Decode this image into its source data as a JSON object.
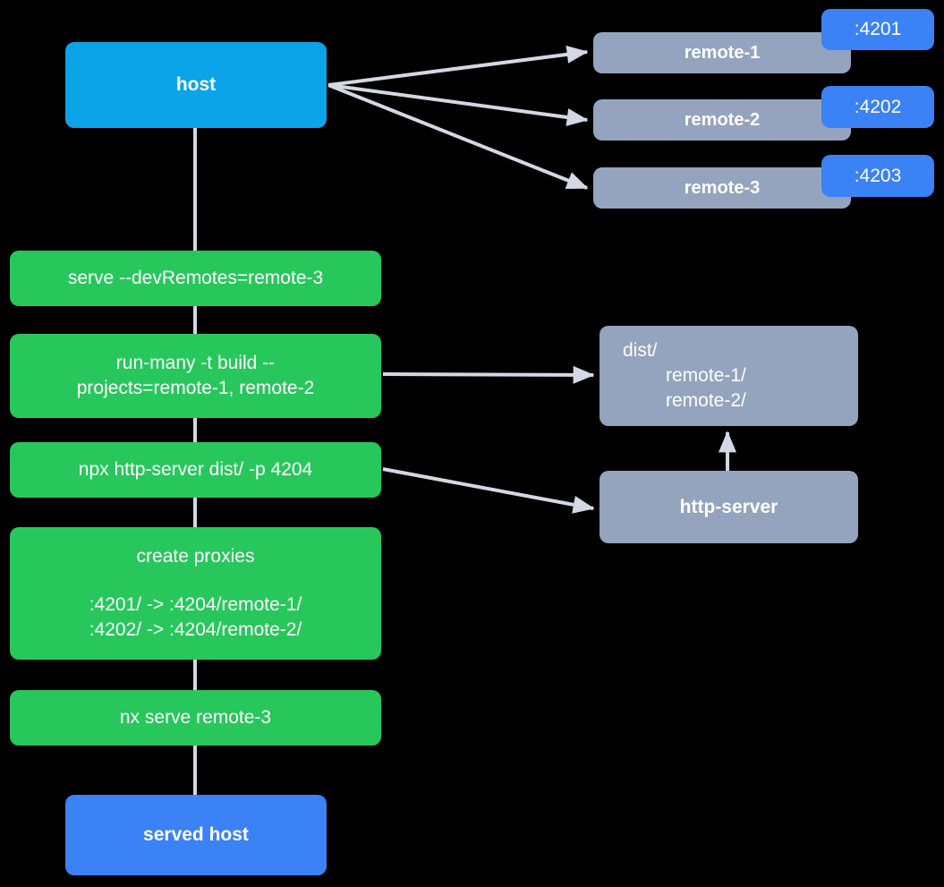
{
  "diagram": {
    "title": "Nx host / remotes dev-serve flow",
    "background": "#000000",
    "colors": {
      "host": "#0CA4E8",
      "served_host": "#3B82F6",
      "command": "#28C75C",
      "artifact": "#94A4BE",
      "port_badge": "#3B82F6",
      "edge": "#D3D8E2",
      "text": "#FFFFFF"
    }
  },
  "nodes": {
    "host": {
      "label": "host",
      "type": "host"
    },
    "served_host": {
      "label": "served host",
      "type": "served_host"
    },
    "remotes": [
      {
        "label": "remote-1",
        "port": ":4201"
      },
      {
        "label": "remote-2",
        "port": ":4202"
      },
      {
        "label": "remote-3",
        "port": ":4203"
      }
    ],
    "commands": [
      {
        "id": "serve_remote",
        "label": "serve --devRemotes=remote-3"
      },
      {
        "id": "run_many",
        "line1": "run-many -t build --",
        "line2": "projects=remote-1, remote-2"
      },
      {
        "id": "npx_http",
        "label": "npx http-server dist/ -p 4204"
      },
      {
        "id": "create_proxies",
        "title": "create proxies",
        "mapping_1": ":4201/ -> :4204/remote-1/",
        "mapping_2": ":4202/ -> :4204/remote-2/"
      },
      {
        "id": "nx_serve",
        "label": "nx serve remote-3"
      }
    ],
    "dist": {
      "root": "dist/",
      "child_1": "remote-1/",
      "child_2": "remote-2/"
    },
    "http_server": {
      "label": "http-server"
    }
  },
  "edges": [
    {
      "from": "host",
      "to": "remote-1",
      "arrow": true
    },
    {
      "from": "host",
      "to": "remote-2",
      "arrow": true
    },
    {
      "from": "host",
      "to": "remote-3",
      "arrow": true
    },
    {
      "from": "host",
      "to": "serve_remote",
      "arrow": false
    },
    {
      "from": "serve_remote",
      "to": "run_many",
      "arrow": false
    },
    {
      "from": "run_many",
      "to": "dist",
      "arrow": true
    },
    {
      "from": "run_many",
      "to": "npx_http",
      "arrow": false
    },
    {
      "from": "npx_http",
      "to": "http_server",
      "arrow": true
    },
    {
      "from": "npx_http",
      "to": "create_proxies",
      "arrow": false
    },
    {
      "from": "http_server",
      "to": "dist",
      "arrow": true
    },
    {
      "from": "create_proxies",
      "to": "nx_serve",
      "arrow": false
    },
    {
      "from": "nx_serve",
      "to": "served_host",
      "arrow": false
    }
  ]
}
